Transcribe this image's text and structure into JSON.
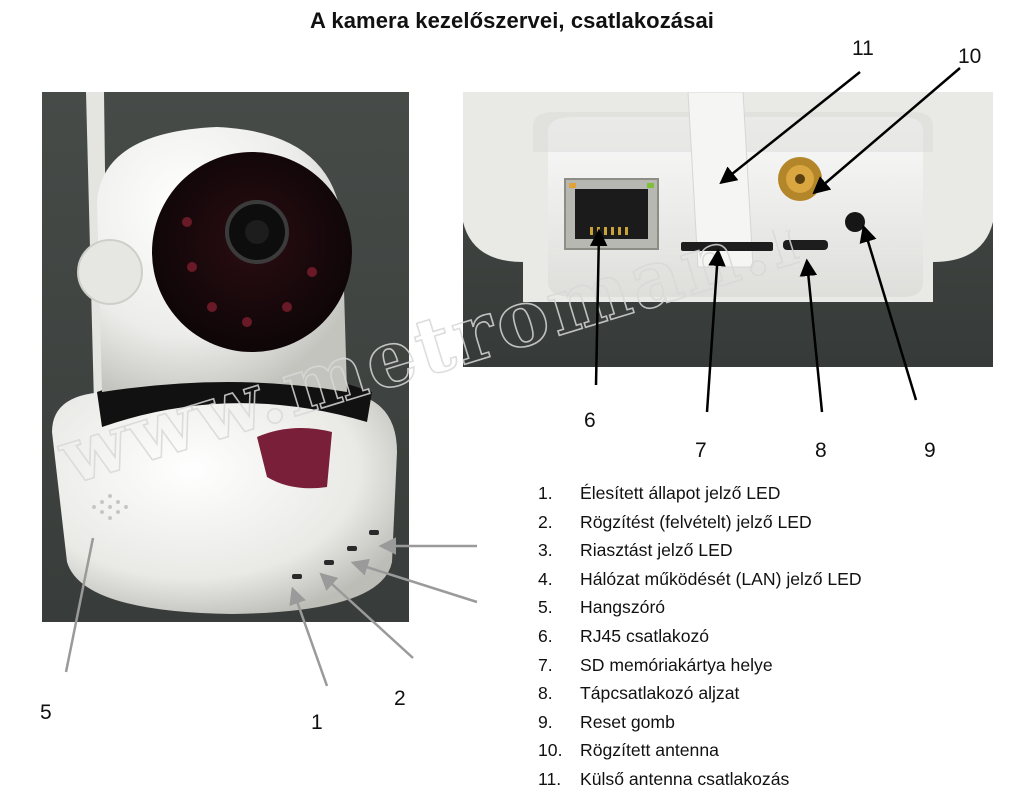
{
  "title": "A kamera kezelőszervei, csatlakozásai",
  "watermark": "www.metroman.hu",
  "labels": {
    "n1": "1",
    "n2": "2",
    "n5": "5",
    "n6": "6",
    "n7": "7",
    "n8": "8",
    "n9": "9",
    "n10": "10",
    "n11": "11"
  },
  "legend": [
    {
      "index": "1.",
      "text": "Élesített állapot jelző LED"
    },
    {
      "index": "2.",
      "text": "Rögzítést (felvételt) jelző LED"
    },
    {
      "index": "3.",
      "text": "Riasztást jelző LED"
    },
    {
      "index": "4.",
      "text": "Hálózat működését (LAN) jelző LED"
    },
    {
      "index": "5.",
      "text": "Hangszóró"
    },
    {
      "index": "6.",
      "text": "RJ45 csatlakozó"
    },
    {
      "index": "7.",
      "text": "SD memóriakártya helye"
    },
    {
      "index": "8.",
      "text": "Tápcsatlakozó aljzat"
    },
    {
      "index": "9.",
      "text": "Reset gomb"
    },
    {
      "index": "10.",
      "text": "Rögzített antenna"
    },
    {
      "index": "11.",
      "text": "Külső antenna csatlakozás"
    }
  ],
  "colors": {
    "photo_background": "#3e4340",
    "camera_body": "#efefed",
    "accent": "#7a1f3a",
    "arrow_black": "#000000",
    "arrow_gray": "#9a9a9a"
  }
}
